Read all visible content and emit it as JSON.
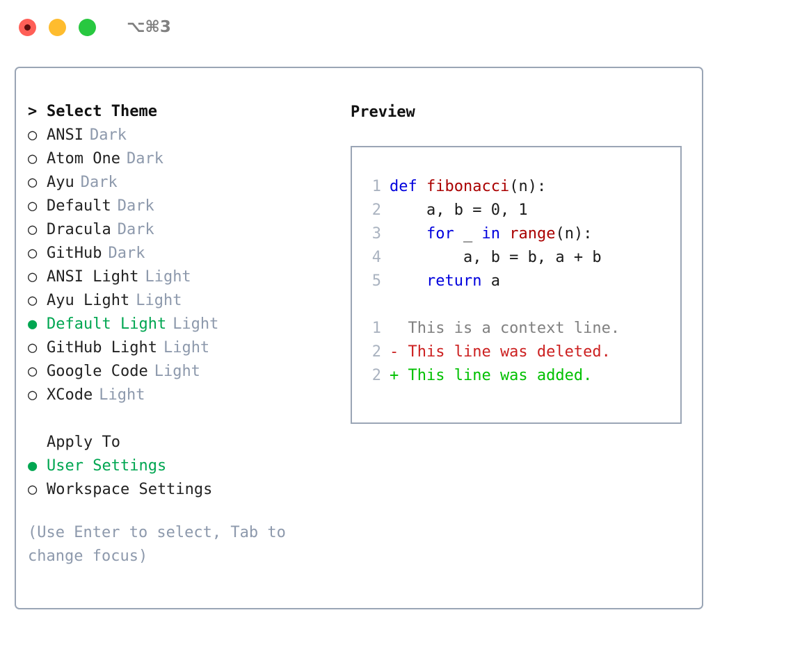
{
  "titlebar": {
    "shortcut": "⌥⌘3",
    "lights": [
      {
        "name": "close",
        "color": "#ff5f57"
      },
      {
        "name": "minimize",
        "color": "#febc2e"
      },
      {
        "name": "maximize",
        "color": "#28c840"
      }
    ]
  },
  "theme_list": {
    "heading": "Select Theme",
    "caret": ">",
    "bullet_unselected": "○",
    "bullet_selected": "●",
    "items": [
      {
        "label": "ANSI",
        "tag": "Dark",
        "selected": false
      },
      {
        "label": "Atom One",
        "tag": "Dark",
        "selected": false
      },
      {
        "label": "Ayu",
        "tag": "Dark",
        "selected": false
      },
      {
        "label": "Default",
        "tag": "Dark",
        "selected": false
      },
      {
        "label": "Dracula",
        "tag": "Dark",
        "selected": false
      },
      {
        "label": "GitHub",
        "tag": "Dark",
        "selected": false
      },
      {
        "label": "ANSI Light",
        "tag": "Light",
        "selected": false
      },
      {
        "label": "Ayu Light",
        "tag": "Light",
        "selected": false
      },
      {
        "label": "Default Light",
        "tag": "Light",
        "selected": true
      },
      {
        "label": "GitHub Light",
        "tag": "Light",
        "selected": false
      },
      {
        "label": "Google Code",
        "tag": "Light",
        "selected": false
      },
      {
        "label": "XCode",
        "tag": "Light",
        "selected": false
      }
    ]
  },
  "apply_to": {
    "heading": "Apply To",
    "options": [
      {
        "label": "User Settings",
        "selected": true
      },
      {
        "label": "Workspace Settings",
        "selected": false
      }
    ]
  },
  "hint": "(Use Enter to select, Tab to change focus)",
  "preview": {
    "title": "Preview",
    "code_lines": [
      {
        "number": "1",
        "segments": [
          {
            "text": "def ",
            "kind": "kw"
          },
          {
            "text": "fibonacci",
            "kind": "fn"
          },
          {
            "text": "(n):",
            "kind": "def"
          }
        ]
      },
      {
        "number": "2",
        "segments": [
          {
            "text": "    a, b = 0, 1",
            "kind": "def"
          }
        ]
      },
      {
        "number": "3",
        "segments": [
          {
            "text": "    ",
            "kind": "def"
          },
          {
            "text": "for",
            "kind": "kw"
          },
          {
            "text": " _ ",
            "kind": "def"
          },
          {
            "text": "in",
            "kind": "kw"
          },
          {
            "text": " ",
            "kind": "def"
          },
          {
            "text": "range",
            "kind": "fn"
          },
          {
            "text": "(n):",
            "kind": "def"
          }
        ]
      },
      {
        "number": "4",
        "segments": [
          {
            "text": "        a, b = b, a + b",
            "kind": "def"
          }
        ]
      },
      {
        "number": "5",
        "segments": [
          {
            "text": "    ",
            "kind": "def"
          },
          {
            "text": "return",
            "kind": "kw"
          },
          {
            "text": " a",
            "kind": "def"
          }
        ]
      }
    ],
    "diff_lines": [
      {
        "number": "1",
        "marker": " ",
        "text": " This is a context line.",
        "kind": "ctx"
      },
      {
        "number": "2",
        "marker": "-",
        "text": " This line was deleted.",
        "kind": "del"
      },
      {
        "number": "2",
        "marker": "+",
        "text": " This line was added.",
        "kind": "add"
      }
    ]
  },
  "colors": {
    "accent_green": "#00a651",
    "diff_add": "#00c000",
    "diff_del": "#cc2020",
    "diff_ctx": "#808080",
    "keyword_blue": "#0000dd",
    "function_red": "#aa0000",
    "muted_tag": "#8d99ac",
    "border": "#9aa5b5"
  }
}
